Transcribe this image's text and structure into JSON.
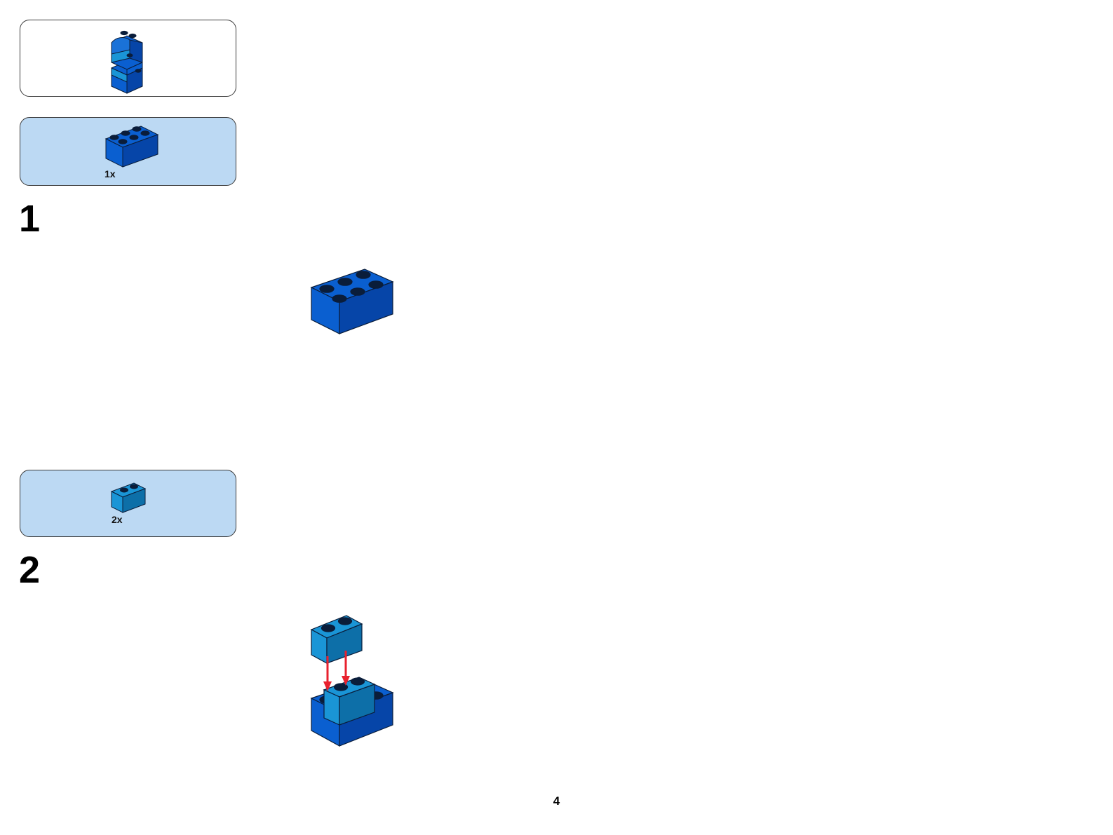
{
  "preview": {
    "icon": "finished-model-icon"
  },
  "steps": [
    {
      "number": "1",
      "parts": [
        {
          "qty": "1x",
          "icon": "brick-2x3-blue-icon"
        }
      ]
    },
    {
      "number": "2",
      "parts": [
        {
          "qty": "2x",
          "icon": "brick-1x2-azure-icon"
        }
      ]
    }
  ],
  "page_number": "4",
  "colors": {
    "blue": "#0a5fd0",
    "blue_dark": "#0645a8",
    "azure": "#1a95d6",
    "azure_dark": "#0d6fa8",
    "arrow": "#e8212e",
    "parts_box_bg": "#bcd9f3"
  }
}
